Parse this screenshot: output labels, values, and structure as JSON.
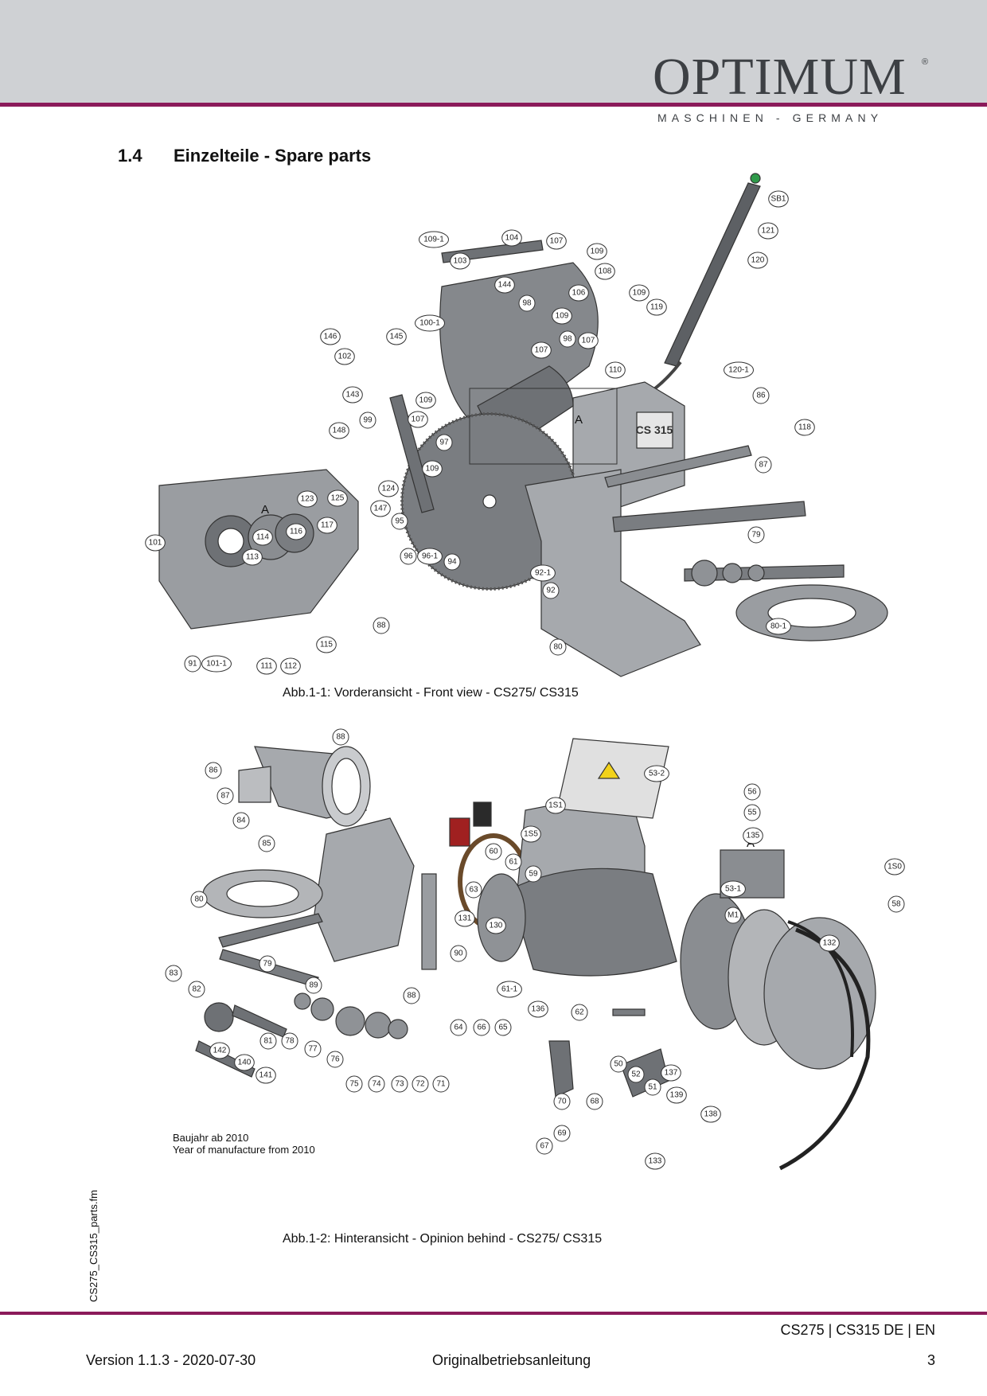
{
  "brand": {
    "logo": "OPTIMUM",
    "registered": "®",
    "subtitle": "MASCHINEN - GERMANY"
  },
  "section": {
    "number": "1.4",
    "title": "Einzelteile - Spare parts"
  },
  "figure1": {
    "caption": "Abb.1-1:   Vorderansicht - Front view - CS275/ CS315",
    "detail_letter": "A",
    "nameplate": "CS 315",
    "labels": [
      "SB1",
      "121",
      "120",
      "109-1",
      "104",
      "107",
      "109",
      "103",
      "108",
      "144",
      "106",
      "109",
      "98",
      "119",
      "109",
      "100-1",
      "146",
      "145",
      "98",
      "107",
      "107",
      "102",
      "110",
      "120-1",
      "143",
      "109",
      "86",
      "99",
      "107",
      "118",
      "148",
      "97",
      "109",
      "87",
      "124",
      "123",
      "125",
      "147",
      "95",
      "79",
      "101",
      "114",
      "116",
      "117",
      "113",
      "96",
      "96-1",
      "94",
      "92-1",
      "92",
      "88",
      "80-1",
      "115",
      "80",
      "91",
      "101-1",
      "111",
      "112"
    ]
  },
  "figure2": {
    "caption": "Abb.1-2:   Hinteransicht - Opinion behind - CS275/ CS315",
    "detail_letter": "A",
    "labels": [
      "88",
      "86",
      "87",
      "84",
      "53-2",
      "56",
      "55",
      "1S1",
      "135",
      "1S5",
      "85",
      "60",
      "61",
      "59",
      "1S0",
      "80",
      "63",
      "53-1",
      "58",
      "131",
      "130",
      "M1",
      "90",
      "132",
      "83",
      "82",
      "79",
      "89",
      "88",
      "61-1",
      "136",
      "62",
      "64",
      "66",
      "65",
      "81",
      "78",
      "77",
      "76",
      "75",
      "74",
      "73",
      "72",
      "71",
      "142",
      "140",
      "141",
      "50",
      "52",
      "51",
      "137",
      "139",
      "70",
      "68",
      "69",
      "67",
      "138",
      "133"
    ],
    "note_lines": [
      "Baujahr ab 2010",
      "Year of manufacture from 2010"
    ]
  },
  "side_text": "CS275_CS315_parts.fm",
  "footer": {
    "model": "CS275 | CS315    DE | EN",
    "version": "Version 1.1.3 - 2020-07-30",
    "manual": "Originalbetriebsanleitung",
    "page": "3"
  }
}
